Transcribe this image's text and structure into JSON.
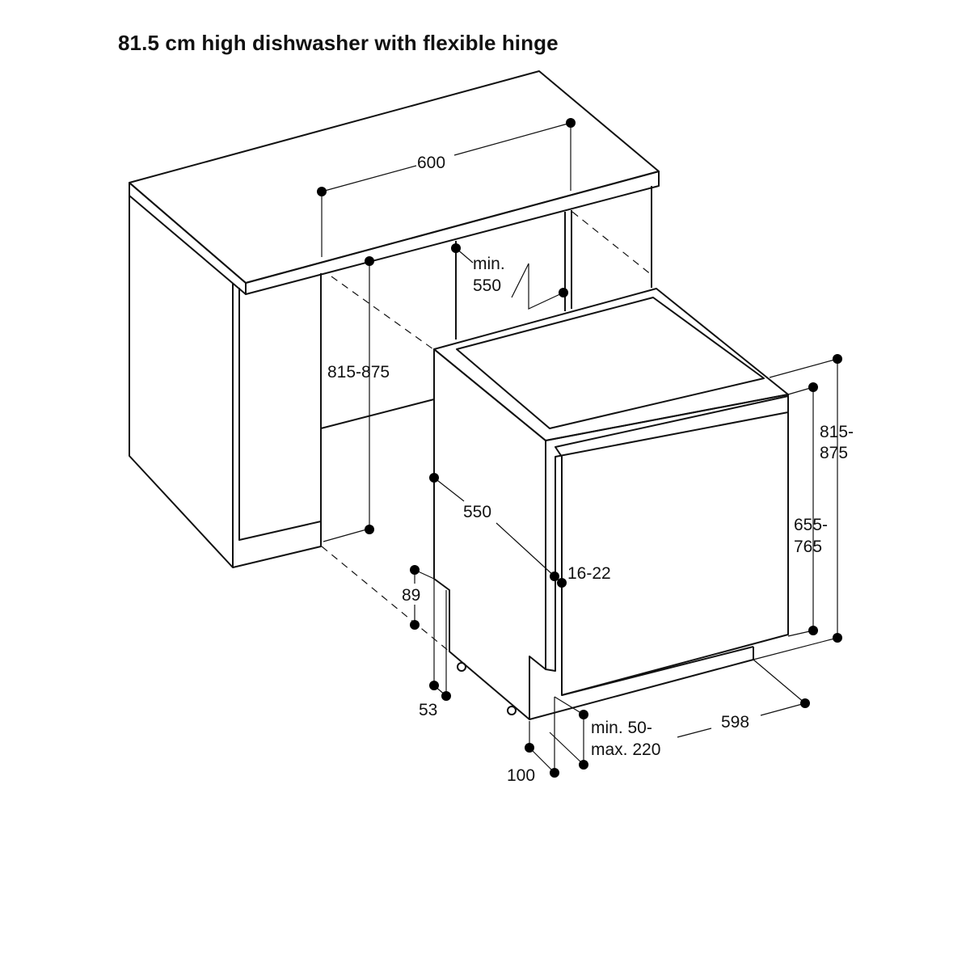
{
  "title": "81.5 cm high dishwasher with flexible hinge",
  "labels": {
    "niche_width": "600",
    "niche_depth_min_1": "min.",
    "niche_depth_min_2": "550",
    "niche_height": "815-875",
    "appliance_height_1": "815-",
    "appliance_height_2": "875",
    "door_height_1": "655-",
    "door_height_2": "765",
    "appliance_depth": "550",
    "door_gap": "16-22",
    "plinth_height": "89",
    "plinth_depth": "53",
    "plinth_offset": "100",
    "gap_1": "min. 50-",
    "gap_2": "max. 220",
    "appliance_width": "598"
  },
  "colors": {
    "line": "#111111",
    "side_panel": "#f3f3f3",
    "background": "#ffffff"
  }
}
